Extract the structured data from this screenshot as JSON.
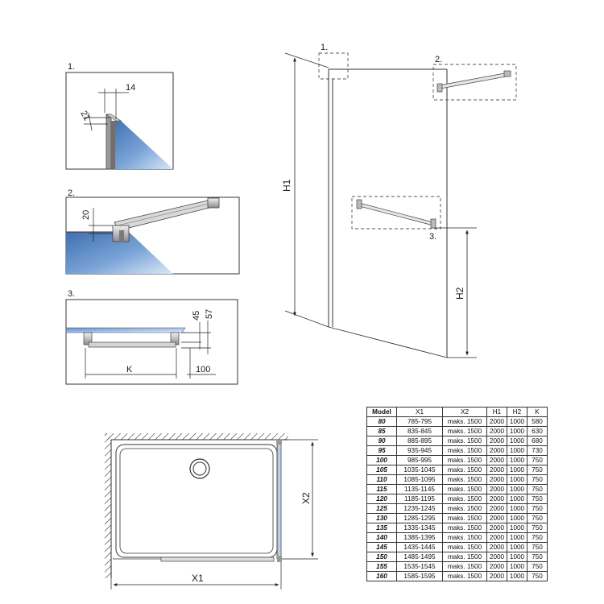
{
  "callouts": {
    "c1": "1.",
    "c2": "2.",
    "c3": "3."
  },
  "detail1": {
    "label": "1.",
    "dim_width": "14",
    "dim_depth": "21"
  },
  "detail2": {
    "label": "2.",
    "dim_height": "20"
  },
  "detail3": {
    "label": "3.",
    "dim_a": "45",
    "dim_b": "57",
    "dim_k": "K",
    "dim_offset": "100"
  },
  "front_view": {
    "h1": "H1",
    "h2": "H2"
  },
  "plan_view": {
    "x1": "X1",
    "x2": "X2"
  },
  "table": {
    "headers": [
      "Model",
      "X1",
      "X2",
      "H1",
      "H2",
      "K"
    ],
    "rows": [
      [
        "80",
        "785-795",
        "maks. 1500",
        "2000",
        "1000",
        "580"
      ],
      [
        "85",
        "835-845",
        "maks. 1500",
        "2000",
        "1000",
        "630"
      ],
      [
        "90",
        "885-895",
        "maks. 1500",
        "2000",
        "1000",
        "680"
      ],
      [
        "95",
        "935-945",
        "maks. 1500",
        "2000",
        "1000",
        "730"
      ],
      [
        "100",
        "985-995",
        "maks. 1500",
        "2000",
        "1000",
        "750"
      ],
      [
        "105",
        "1035-1045",
        "maks. 1500",
        "2000",
        "1000",
        "750"
      ],
      [
        "110",
        "1085-1095",
        "maks. 1500",
        "2000",
        "1000",
        "750"
      ],
      [
        "115",
        "1135-1145",
        "maks. 1500",
        "2000",
        "1000",
        "750"
      ],
      [
        "120",
        "1185-1195",
        "maks. 1500",
        "2000",
        "1000",
        "750"
      ],
      [
        "125",
        "1235-1245",
        "maks. 1500",
        "2000",
        "1000",
        "750"
      ],
      [
        "130",
        "1285-1295",
        "maks. 1500",
        "2000",
        "1000",
        "750"
      ],
      [
        "135",
        "1335-1345",
        "maks. 1500",
        "2000",
        "1000",
        "750"
      ],
      [
        "140",
        "1385-1395",
        "maks. 1500",
        "2000",
        "1000",
        "750"
      ],
      [
        "145",
        "1435-1445",
        "maks. 1500",
        "2000",
        "1000",
        "750"
      ],
      [
        "150",
        "1485-1495",
        "maks. 1500",
        "2000",
        "1000",
        "750"
      ],
      [
        "155",
        "1535-1545",
        "maks. 1500",
        "2000",
        "1000",
        "750"
      ],
      [
        "160",
        "1585-1595",
        "maks. 1500",
        "2000",
        "1000",
        "750"
      ]
    ]
  }
}
